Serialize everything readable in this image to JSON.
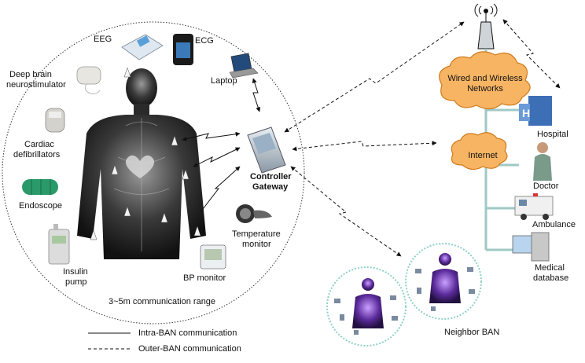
{
  "labels": {
    "eeg": "EEG",
    "ecg": "ECG",
    "deep_brain_1": "Deep brain",
    "deep_brain_2": "neurostimulator",
    "laptop": "Laptop",
    "cardiac_1": "Cardiac",
    "cardiac_2": "defibrillators",
    "endoscope": "Endoscope",
    "insulin_1": "Insulin",
    "insulin_2": "pump",
    "bp_monitor": "BP monitor",
    "temp_1": "Temperature",
    "temp_2": "monitor",
    "controller_1": "Controller",
    "controller_2": "Gateway",
    "range": "3~5m communication range",
    "networks_1": "Wired and Wireless",
    "networks_2": "Networks",
    "internet": "Internet",
    "hospital": "Hospital",
    "doctor": "Doctor",
    "ambulance": "Ambulance",
    "medical_db_1": "Medical",
    "medical_db_2": "database",
    "neighbor_ban": "Neighbor BAN"
  },
  "legend": {
    "intra": "Intra-BAN communication",
    "outer": "Outer-BAN communication"
  },
  "colors": {
    "cloud_fill": "#f7b564",
    "cloud_stroke": "#d07a1a",
    "backbone": "#9fc9c4",
    "neighbor_circle": "#8fd0c8",
    "body_dark": "#2a2a2a"
  },
  "icons": [
    "eeg-device-icon",
    "ecg-device-icon",
    "neurostimulator-icon",
    "laptop-icon",
    "defibrillator-icon",
    "endoscope-icon",
    "insulin-pump-icon",
    "bp-monitor-icon",
    "temperature-monitor-icon",
    "smartphone-icon",
    "antenna-tower-icon",
    "hospital-icon",
    "doctor-icon",
    "ambulance-icon",
    "server-icon",
    "human-body-icon"
  ]
}
